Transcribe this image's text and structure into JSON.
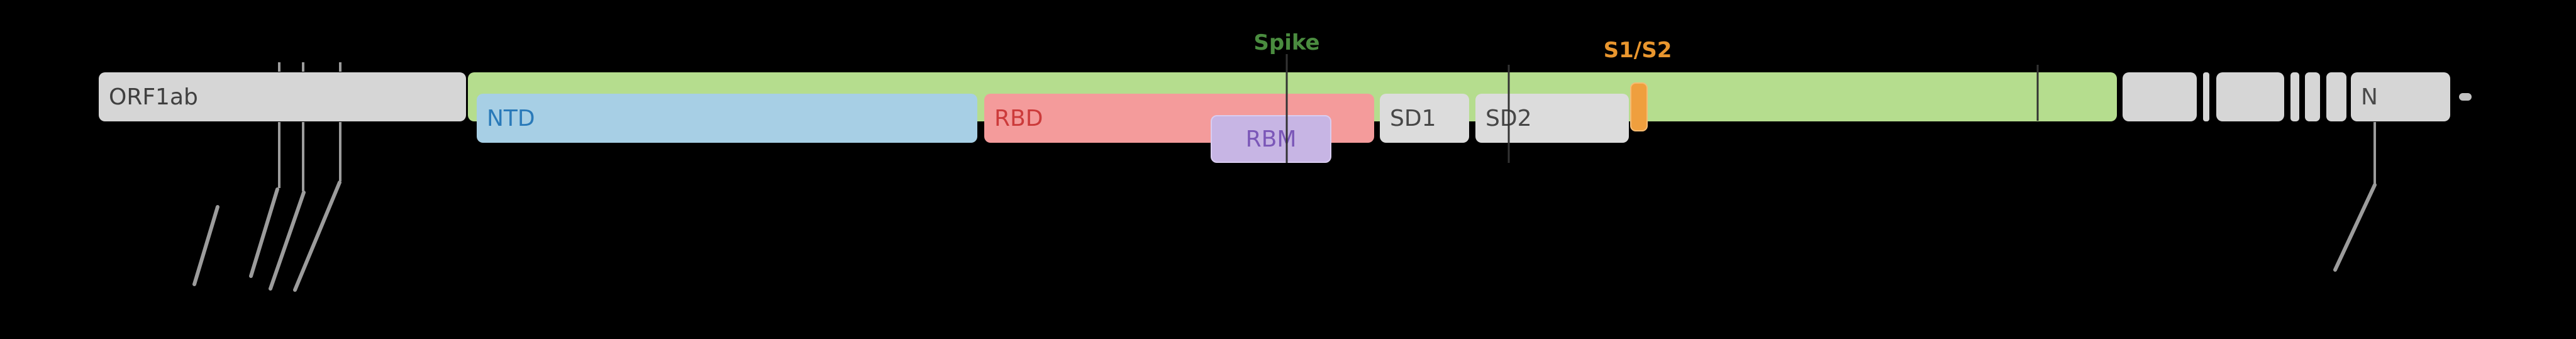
{
  "diagram": {
    "type": "genome-annotation-map",
    "background": "#000000",
    "description_visible_text_only": true
  },
  "genes": {
    "orf1ab": {
      "label": "ORF1ab",
      "fill": "#d6d6d6",
      "text_color": "#3f3f3f"
    },
    "spike": {
      "fill": "#b5dd8e"
    },
    "n": {
      "label": "N",
      "fill": "#d6d6d6",
      "text_color": "#4a4a4a"
    },
    "unlabeled_gray_boxes_after_spike": 7
  },
  "spike_domains": {
    "ntd": {
      "label": "NTD",
      "fill": "#a7cfe5",
      "text_color": "#2a7ab9"
    },
    "rbd": {
      "label": "RBD",
      "fill": "#f49b9b",
      "text_color": "#cc3a3a"
    },
    "rbm": {
      "label": "RBM",
      "fill": "#c7b5e4",
      "text_color": "#7b57b8"
    },
    "sd1": {
      "label": "SD1",
      "fill": "#dcdcdc",
      "text_color": "#474747"
    },
    "sd2": {
      "label": "SD2",
      "fill": "#dcdcdc",
      "text_color": "#474747"
    },
    "cleavage_marker": {
      "fill": "#ef9f3e"
    }
  },
  "annotations": {
    "spike_label": {
      "label": "Spike",
      "color": "#4a8c3f"
    },
    "s1s2_label": {
      "label": "S1/S2",
      "color": "#e9962e"
    }
  },
  "lines": {
    "marker_color": "#9c9c9c",
    "pointer_color": "#333333"
  }
}
